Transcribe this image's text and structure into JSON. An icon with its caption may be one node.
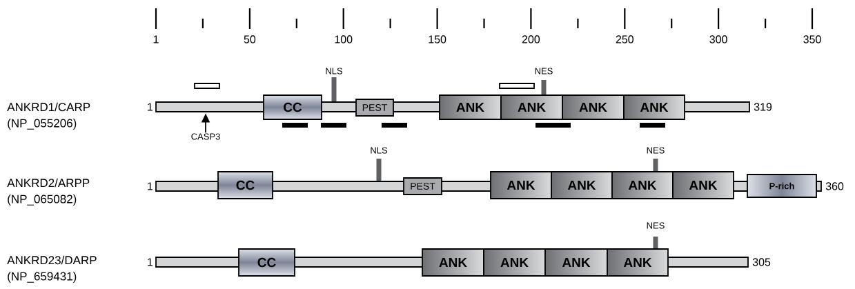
{
  "diagram": {
    "nodes": [
      {
        "text": [],
        "shape": "bar",
        "beside": [
          "ANKRD1/CARP",
          "(NP_055206)",
          "1",
          "319"
        ]
      },
      {
        "text": [
          "CC"
        ]
      },
      {
        "text": [
          "PEST"
        ]
      },
      {
        "text": [
          "ANK"
        ]
      },
      {
        "text": [
          "ANK"
        ]
      },
      {
        "text": [
          "ANK"
        ]
      },
      {
        "text": [
          "ANK"
        ]
      },
      {
        "text": [
          "CASP3"
        ]
      },
      {
        "text": [],
        "shape": "bar",
        "beside": [
          "ANKRD2/ARPP",
          "(NP_065082)",
          "1",
          "360"
        ]
      },
      {
        "text": [
          "CC"
        ]
      },
      {
        "text": [
          "PEST"
        ]
      },
      {
        "text": [
          "ANK"
        ]
      },
      {
        "text": [
          "ANK"
        ]
      },
      {
        "text": [
          "ANK"
        ]
      },
      {
        "text": [
          "ANK"
        ]
      },
      {
        "text": [
          "P-rich"
        ]
      },
      {
        "text": [],
        "shape": "bar",
        "beside": [
          "ANKRD23/DARP",
          "(NP_659431)",
          "1",
          "305"
        ]
      },
      {
        "text": [
          "CC"
        ]
      },
      {
        "text": [
          "ANK"
        ]
      },
      {
        "text": [
          "ANK"
        ]
      },
      {
        "text": [
          "ANK"
        ]
      },
      {
        "text": [
          "ANK"
        ]
      }
    ],
    "edges": [
      {
        "from": 7,
        "to": 0,
        "arrow": "to"
      }
    ],
    "labels": [
      "1",
      "50",
      "100",
      "150",
      "200",
      "250",
      "300",
      "350",
      "NLS",
      "NES",
      "NLS",
      "NES",
      "NES"
    ]
  }
}
